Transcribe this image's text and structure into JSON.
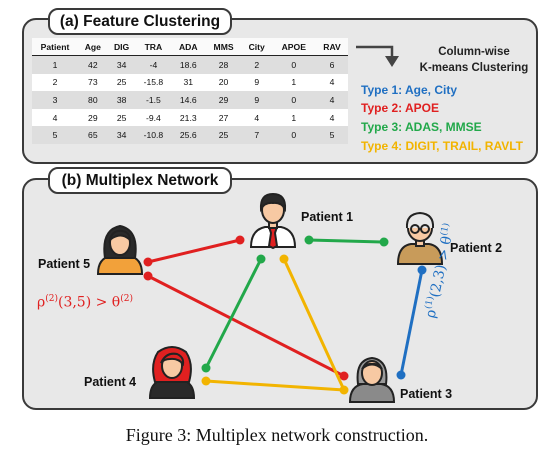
{
  "panel_a": {
    "title": "(a) Feature Clustering",
    "table": {
      "headers": [
        "Patient",
        "Age",
        "DIG",
        "TRA",
        "ADA",
        "MMS",
        "City",
        "APOE",
        "RAV"
      ],
      "rows": [
        [
          "1",
          "42",
          "34",
          "-4",
          "18.6",
          "28",
          "2",
          "0",
          "6"
        ],
        [
          "2",
          "73",
          "25",
          "-15.8",
          "31",
          "20",
          "9",
          "1",
          "4"
        ],
        [
          "3",
          "80",
          "38",
          "-1.5",
          "14.6",
          "29",
          "9",
          "0",
          "4"
        ],
        [
          "4",
          "29",
          "25",
          "-9.4",
          "21.3",
          "27",
          "4",
          "1",
          "4"
        ],
        [
          "5",
          "65",
          "34",
          "-10.8",
          "25.6",
          "25",
          "7",
          "0",
          "5"
        ]
      ]
    },
    "clustering_line1": "Column-wise",
    "clustering_line2": "K-means Clustering",
    "types": [
      {
        "text": "Type 1: Age, City",
        "color": "#1f6fc2"
      },
      {
        "text": "Type 2: APOE",
        "color": "#e02020"
      },
      {
        "text": "Type 3: ADAS, MMSE",
        "color": "#22a84a"
      },
      {
        "text": "Type 4: DIGIT, TRAIL, RAVLT",
        "color": "#f2b400"
      }
    ]
  },
  "panel_b": {
    "title": "(b) Multiplex Network",
    "patients": {
      "p1": "Patient 1",
      "p2": "Patient 2",
      "p3": "Patient 3",
      "p4": "Patient 4",
      "p5": "Patient 5"
    },
    "annotation_red": {
      "rho": "ρ",
      "sup_rho": "(2)",
      "args": "(3,5) > θ",
      "sup_theta": "(2)"
    },
    "annotation_blue": {
      "rho": "ρ",
      "sup_rho": "(1)",
      "args": "(2,3) > θ",
      "sup_theta": "(1)"
    },
    "edge_colors": {
      "type1": "#1f6fc2",
      "type2": "#e02020",
      "type3": "#22a84a",
      "type4": "#f2b400"
    }
  },
  "caption": "Figure 3: Multiplex network construction."
}
